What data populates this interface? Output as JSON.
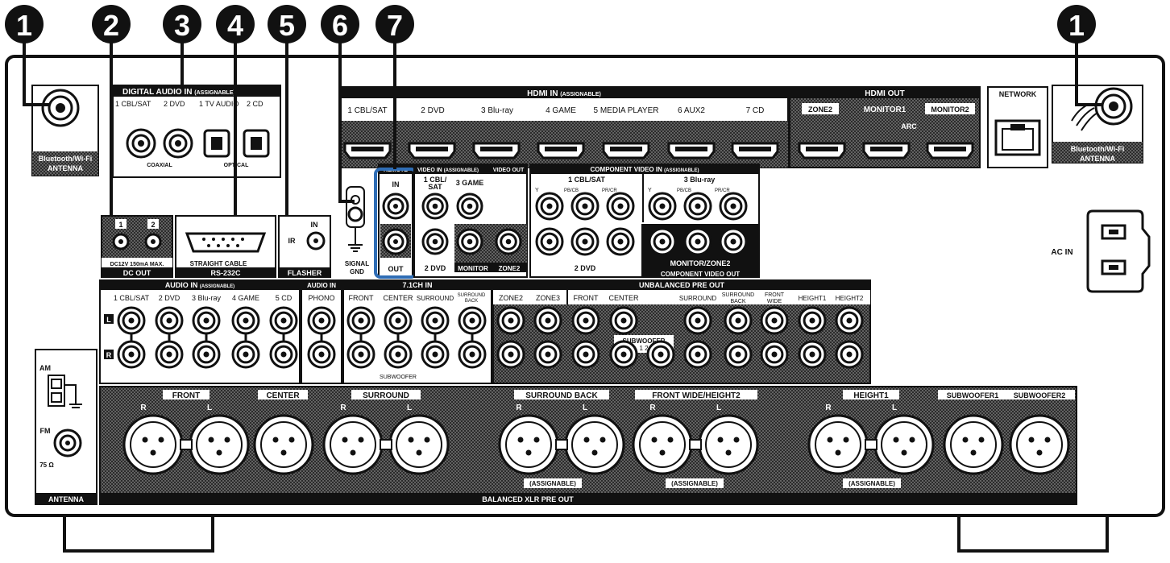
{
  "callouts": [
    {
      "id": "c1a",
      "label": "1"
    },
    {
      "id": "c2",
      "label": "2"
    },
    {
      "id": "c3",
      "label": "3"
    },
    {
      "id": "c4",
      "label": "4"
    },
    {
      "id": "c5",
      "label": "5"
    },
    {
      "id": "c6",
      "label": "6"
    },
    {
      "id": "c7",
      "label": "7"
    },
    {
      "id": "c1b",
      "label": "1"
    }
  ],
  "antenna_left": {
    "line1": "Bluetooth/Wi-Fi",
    "line2": "ANTENNA"
  },
  "antenna_right": {
    "line1": "Bluetooth/Wi-Fi",
    "line2": "ANTENNA"
  },
  "digital_audio": {
    "title": "DIGITAL AUDIO IN",
    "title_small": "(ASSIGNABLE)",
    "inputs": [
      "1 CBL/SAT",
      "2 DVD",
      "1 TV AUDIO",
      "2 CD"
    ],
    "coaxial": "COAXIAL",
    "optical": "OPTICAL"
  },
  "hdmi_in": {
    "title": "HDMI IN",
    "title_small": "(ASSIGNABLE)",
    "inputs": [
      "1 CBL/SAT",
      "2 DVD",
      "3 Blu-ray",
      "4 GAME",
      "5 MEDIA PLAYER",
      "6 AUX2",
      "7 CD"
    ]
  },
  "hdmi_out": {
    "title": "HDMI OUT",
    "zone2": "ZONE2",
    "monitor1": "MONITOR1",
    "arc": "ARC",
    "monitor2": "MONITOR2"
  },
  "network": "NETWORK",
  "dc_out": {
    "title": "DC OUT",
    "spec": "DC12V 150mA MAX.",
    "ports": [
      "1",
      "2"
    ]
  },
  "rs232c": {
    "title": "RS-232C",
    "note": "STRAIGHT CABLE"
  },
  "flasher": {
    "title": "FLASHER",
    "in": "IN",
    "ir": "IR"
  },
  "signal_gnd": {
    "line1": "SIGNAL",
    "line2": "GND"
  },
  "remote": {
    "title": "REMOTE",
    "in": "IN",
    "out": "OUT"
  },
  "video_in": {
    "title": "VIDEO IN",
    "title_small": "(ASSIGNABLE)",
    "video_out": "VIDEO OUT",
    "cbl1": "1 CBL/",
    "cbl2": "SAT",
    "game": "3 GAME",
    "dvd": "2 DVD",
    "monitor": "MONITOR",
    "zone2": "ZONE2"
  },
  "component": {
    "title": "COMPONENT VIDEO IN",
    "title_small": "(ASSIGNABLE)",
    "cbl": "1 CBL/SAT",
    "bluray": "3 Blu-ray",
    "dvd": "2 DVD",
    "y": "Y",
    "pb": "PB/CB",
    "pr": "PR/CR",
    "out_title": "COMPONENT VIDEO OUT",
    "monitor_zone2": "MONITOR/ZONE2"
  },
  "ac_in": "AC IN",
  "audio_in": {
    "title": "AUDIO IN",
    "title_small": "(ASSIGNABLE)",
    "inputs": [
      "1 CBL/SAT",
      "2 DVD",
      "3 Blu-ray",
      "4 GAME",
      "5 CD"
    ],
    "l": "L",
    "r": "R"
  },
  "phono": {
    "title": "AUDIO IN",
    "label": "PHONO"
  },
  "ch71": {
    "title": "7.1CH IN",
    "front": "FRONT",
    "center": "CENTER",
    "surround": "SURROUND",
    "surround_back1": "SURROUND",
    "surround_back2": "BACK",
    "subwoofer": "SUBWOOFER"
  },
  "preout": {
    "title": "UNBALANCED PRE OUT",
    "zone2": "ZONE2",
    "zone3": "ZONE3",
    "front": "FRONT",
    "center": "CENTER",
    "surround": "SURROUND",
    "sb1": "SURROUND",
    "sb2": "BACK",
    "fw1": "FRONT",
    "fw2": "WIDE",
    "height1": "HEIGHT1",
    "height2": "HEIGHT2",
    "subwoofer": "SUBWOOFER",
    "sub_nums": "1  2"
  },
  "tuner": {
    "am": "AM",
    "fm": "FM",
    "ohm": "75 Ω",
    "title": "ANTENNA"
  },
  "xlr": {
    "front": "FRONT",
    "center": "CENTER",
    "surround": "SURROUND",
    "surround_back": "SURROUND BACK",
    "front_wide": "FRONT WIDE/HEIGHT2",
    "height1": "HEIGHT1",
    "sub1": "SUBWOOFER1",
    "sub2": "SUBWOOFER2",
    "r": "R",
    "l": "L",
    "assignable": "(ASSIGNABLE)",
    "title": "BALANCED XLR PRE OUT"
  }
}
